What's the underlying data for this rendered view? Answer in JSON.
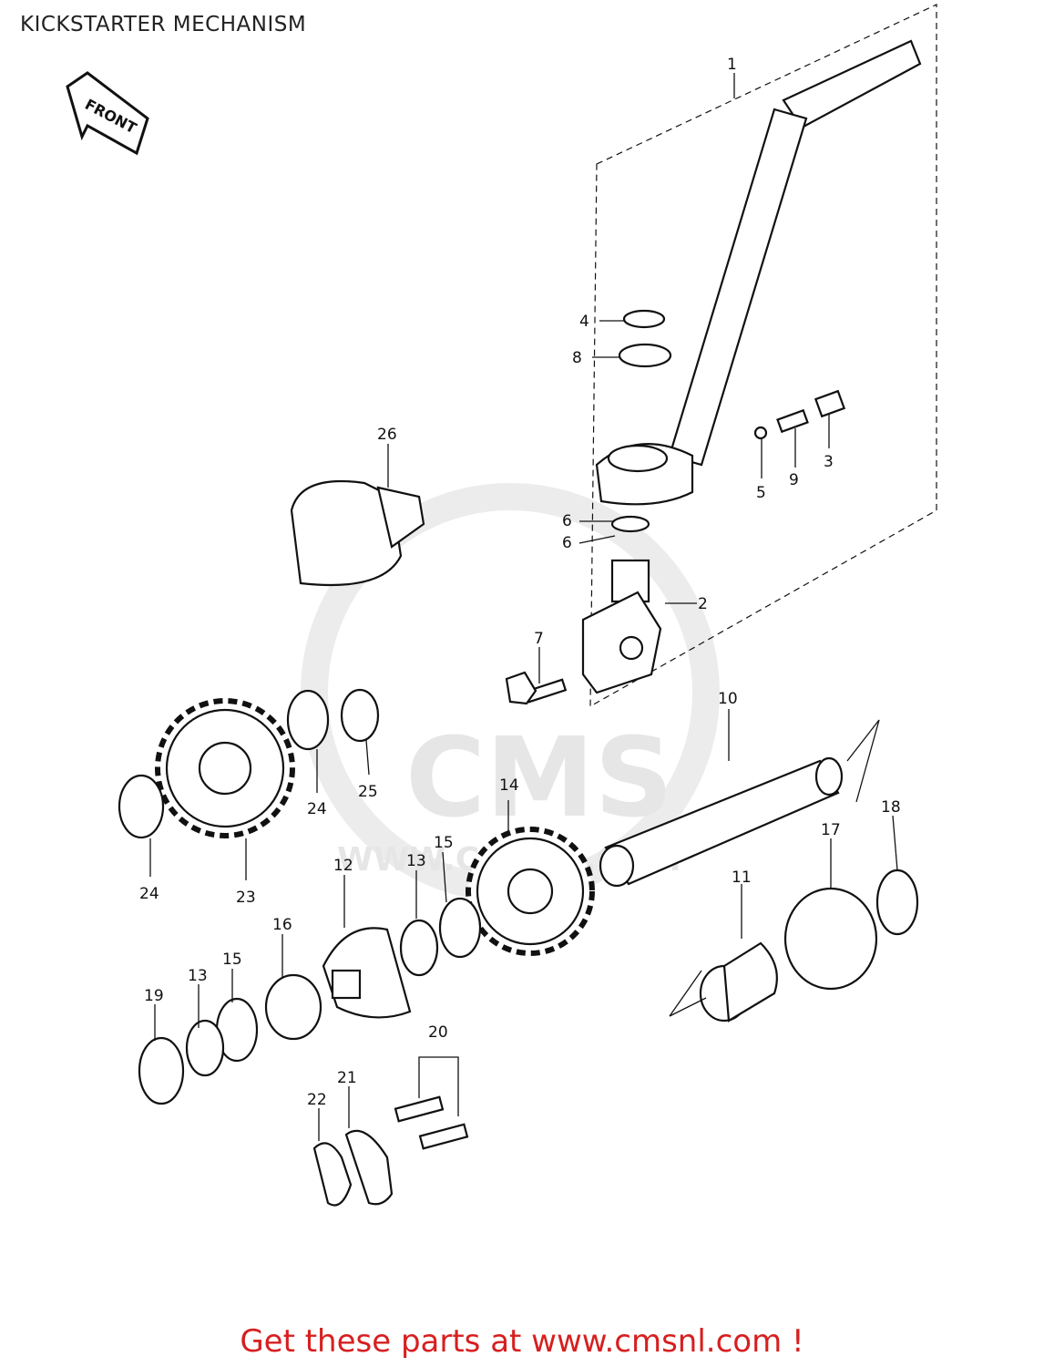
{
  "page": {
    "title": "KICKSTARTER MECHANISM",
    "footer": "Get these parts at www.cmsnl.com !"
  },
  "diagram": {
    "front_arrow_label": "FRONT",
    "watermark_brand": "CMS",
    "watermark_url": "WWW.CMSNL.COM",
    "callouts": [
      "1",
      "2",
      "3",
      "4",
      "5",
      "6",
      "6",
      "7",
      "8",
      "9",
      "10",
      "11",
      "12",
      "13",
      "13",
      "14",
      "15",
      "15",
      "16",
      "17",
      "18",
      "19",
      "20",
      "21",
      "22",
      "23",
      "24",
      "24",
      "25",
      "26"
    ],
    "colors": {
      "ink": "#111111",
      "footer_text": "#d71f1f",
      "watermark": "#e6e6e6"
    }
  }
}
